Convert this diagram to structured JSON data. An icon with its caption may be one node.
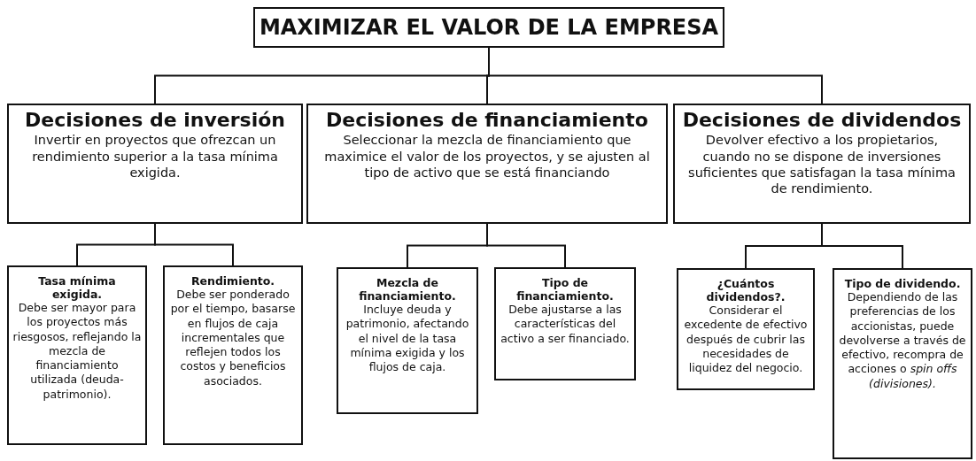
{
  "diagram": {
    "nodes": [
      {
        "text": [
          "MAXIMIZAR EL VALOR DE LA EMPRESA"
        ]
      },
      {
        "text": [
          "Decisiones de inversión",
          "Invertir en proyectos que ofrezcan un rendimiento superior a la tasa mínima exigida."
        ]
      },
      {
        "text": [
          "Decisiones de financiamiento",
          "Seleccionar la mezcla de financiamiento que maximice el valor de los proyectos, y se ajusten al tipo de activo que se está financiando"
        ]
      },
      {
        "text": [
          "Decisiones de dividendos",
          "Devolver efectivo a los propietarios, cuando no se dispone de inversiones suficientes que satisfagan la tasa mínima de rendimiento."
        ]
      },
      {
        "text": [
          "Tasa mínima exigida.",
          "Debe ser mayor para los proyectos más riesgosos, reflejando la mezcla de financiamiento utilizada (deuda-patrimonio)."
        ]
      },
      {
        "text": [
          "Rendimiento.",
          "Debe ser ponderado por el tiempo, basarse en flujos de caja incrementales que reflejen todos los costos y beneficios asociados."
        ]
      },
      {
        "text": [
          "Mezcla de financiamiento.",
          "Incluye deuda y patrimonio, afectando el nivel de la tasa mínima exigida y los flujos de caja."
        ]
      },
      {
        "text": [
          "Tipo de financiamiento.",
          "Debe ajustarse a las características del activo a ser financiado."
        ]
      },
      {
        "text": [
          "¿Cuántos dividendos?.",
          "Considerar el excedente de efectivo después de cubrir las necesidades de liquidez del negocio."
        ]
      },
      {
        "text": [
          "Tipo de dividendo.",
          "Dependiendo de las preferencias de los accionistas, puede devolverse a través de efectivo, recompra de acciones o *spin offs (divisiones).*"
        ]
      }
    ],
    "edges": [
      {
        "from": 0,
        "to": 1,
        "arrow": "none"
      },
      {
        "from": 0,
        "to": 2,
        "arrow": "none"
      },
      {
        "from": 0,
        "to": 3,
        "arrow": "none"
      },
      {
        "from": 1,
        "to": 4,
        "arrow": "none"
      },
      {
        "from": 1,
        "to": 5,
        "arrow": "none"
      },
      {
        "from": 2,
        "to": 6,
        "arrow": "none"
      },
      {
        "from": 2,
        "to": 7,
        "arrow": "none"
      },
      {
        "from": 3,
        "to": 8,
        "arrow": "none"
      },
      {
        "from": 3,
        "to": 9,
        "arrow": "none"
      }
    ]
  }
}
